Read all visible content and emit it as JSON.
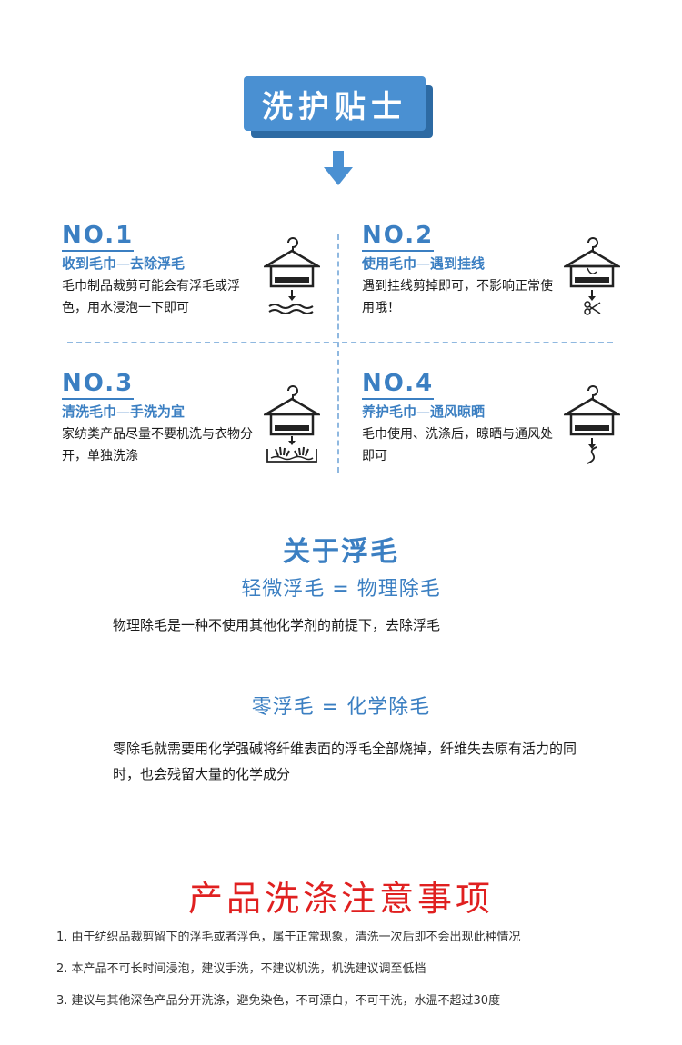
{
  "header": {
    "badge_text": "洗护贴士",
    "colors": {
      "accent": "#4a90d2",
      "shadow": "#2d6aa3"
    }
  },
  "tips": [
    {
      "no": "NO.1",
      "title": "收到毛巾",
      "sep": "—",
      "subtitle": "去除浮毛",
      "desc": "毛巾制品裁剪可能会有浮毛或浮色，用水浸泡一下即可",
      "icon": "hanger-towel-water-icon"
    },
    {
      "no": "NO.2",
      "title": "使用毛巾",
      "sep": "—",
      "subtitle": "遇到挂线",
      "desc": "遇到挂线剪掉即可，不影响正常使用哦！",
      "icon": "hanger-towel-scissors-icon"
    },
    {
      "no": "NO.3",
      "title": "清洗毛巾",
      "sep": "—",
      "subtitle": "手洗为宜",
      "desc": "家纺类产品尽量不要机洗与衣物分开，单独洗涤",
      "icon": "hanger-towel-handwash-icon"
    },
    {
      "no": "NO.4",
      "title": "养护毛巾",
      "sep": "—",
      "subtitle": "通风晾晒",
      "desc": "毛巾使用、洗涤后，晾晒与通风处即可",
      "icon": "hanger-towel-air-icon"
    }
  ],
  "about": {
    "title": "关于浮毛",
    "eq1": "轻微浮毛 = 物理除毛",
    "para1": "物理除毛是一种不使用其他化学剂的前提下，去除浮毛",
    "eq2": "零浮毛 = 化学除毛",
    "para2": "零除毛就需要用化学强碱将纤维表面的浮毛全部烧掉，纤维失去原有活力的同时，也会残留大量的化学成分"
  },
  "notes": {
    "title": "产品洗涤注意事项",
    "items": [
      "1. 由于纺织品裁剪留下的浮毛或者浮色，属于正常现象，清洗一次后即不会出现此种情况",
      "2. 本产品不可长时间浸泡，建议手洗，不建议机洗，机洗建议调至低档",
      "3. 建议与其他深色产品分开洗涤，避免染色，不可漂白，不可干洗，水温不超过30度"
    ]
  }
}
